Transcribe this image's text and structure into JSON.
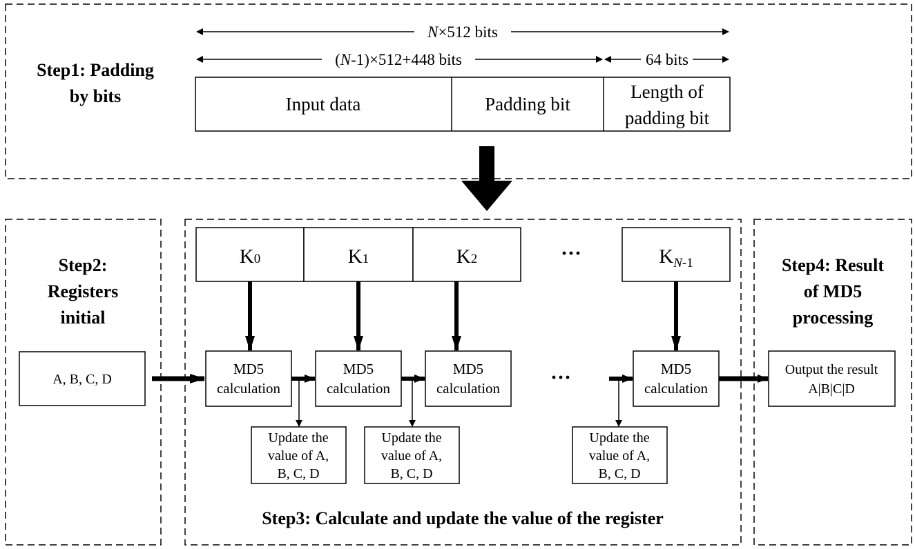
{
  "step1": {
    "title_line1": "Step1: Padding",
    "title_line2": "by bits",
    "total_length": {
      "var": "N",
      "rest": "×512 bits"
    },
    "data_length": {
      "pre": "(",
      "var": "N",
      "rest": "-1)×512+448 bits"
    },
    "length_field_size": "64 bits",
    "segments": {
      "input_data": "Input data",
      "padding_bit": "Padding bit",
      "length_line1": "Length of",
      "length_line2": "padding bit"
    }
  },
  "step2": {
    "title_line1": "Step2:",
    "title_line2": "Registers",
    "title_line3": "initial",
    "registers": "A, B, C, D"
  },
  "step3": {
    "title": "Step3: Calculate and update the value of the register",
    "blocks": [
      {
        "base": "K",
        "sub_var": "",
        "sub_rest": "0"
      },
      {
        "base": "K",
        "sub_var": "",
        "sub_rest": "1"
      },
      {
        "base": "K",
        "sub_var": "",
        "sub_rest": "2"
      },
      {
        "base": "K",
        "sub_var": "N",
        "sub_rest": "-1"
      }
    ],
    "ellipsis": "···",
    "calc_line1": "MD5",
    "calc_line2": "calculation",
    "update_line1": "Update the",
    "update_line2": "value of A,",
    "update_line3": "B, C, D"
  },
  "step4": {
    "title_line1": "Step4: Result",
    "title_line2": "of MD5",
    "title_line3": "processing",
    "output_line1": "Output the result",
    "output_line2": "A|B|C|D"
  }
}
